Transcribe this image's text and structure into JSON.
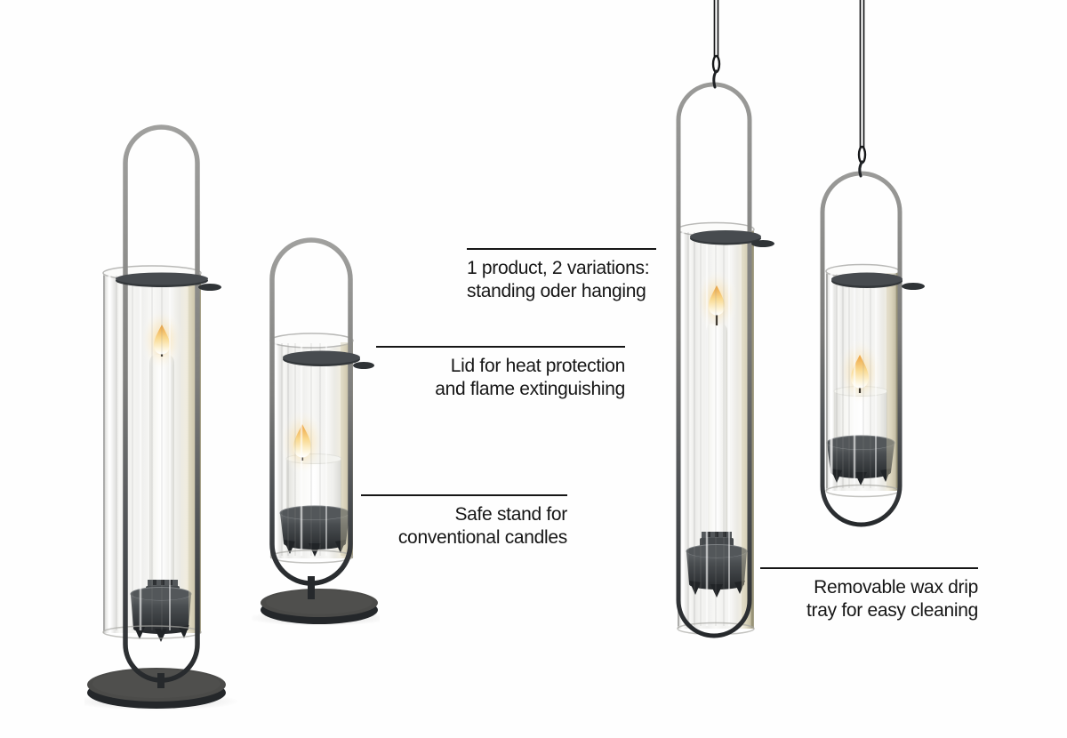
{
  "callouts": {
    "variations": {
      "line1": "1 product, 2 variations:",
      "line2": "standing oder hanging"
    },
    "lid": {
      "line1": "Lid for heat protection",
      "line2": "and flame extinguishing"
    },
    "stand": {
      "line1": "Safe stand for",
      "line2": "conventional candles"
    },
    "tray": {
      "line1": "Removable wax drip",
      "line2": "tray for easy cleaning"
    }
  },
  "products": [
    {
      "id": "standing-lantern-tall",
      "label": "standing lantern with taper candle"
    },
    {
      "id": "standing-lantern-short",
      "label": "standing lantern with pillar candle"
    },
    {
      "id": "hanging-lantern-tall",
      "label": "hanging lantern with taper candle"
    },
    {
      "id": "hanging-lantern-short",
      "label": "hanging lantern with pillar candle"
    }
  ],
  "style": {
    "background": "#fefefe",
    "text_color": "#161616",
    "rule_color": "#161616",
    "metal_light": "#a0a09e",
    "metal_dark": "#26292c",
    "flame_orange": "#eda23f",
    "candle_white": "#ffffff"
  }
}
